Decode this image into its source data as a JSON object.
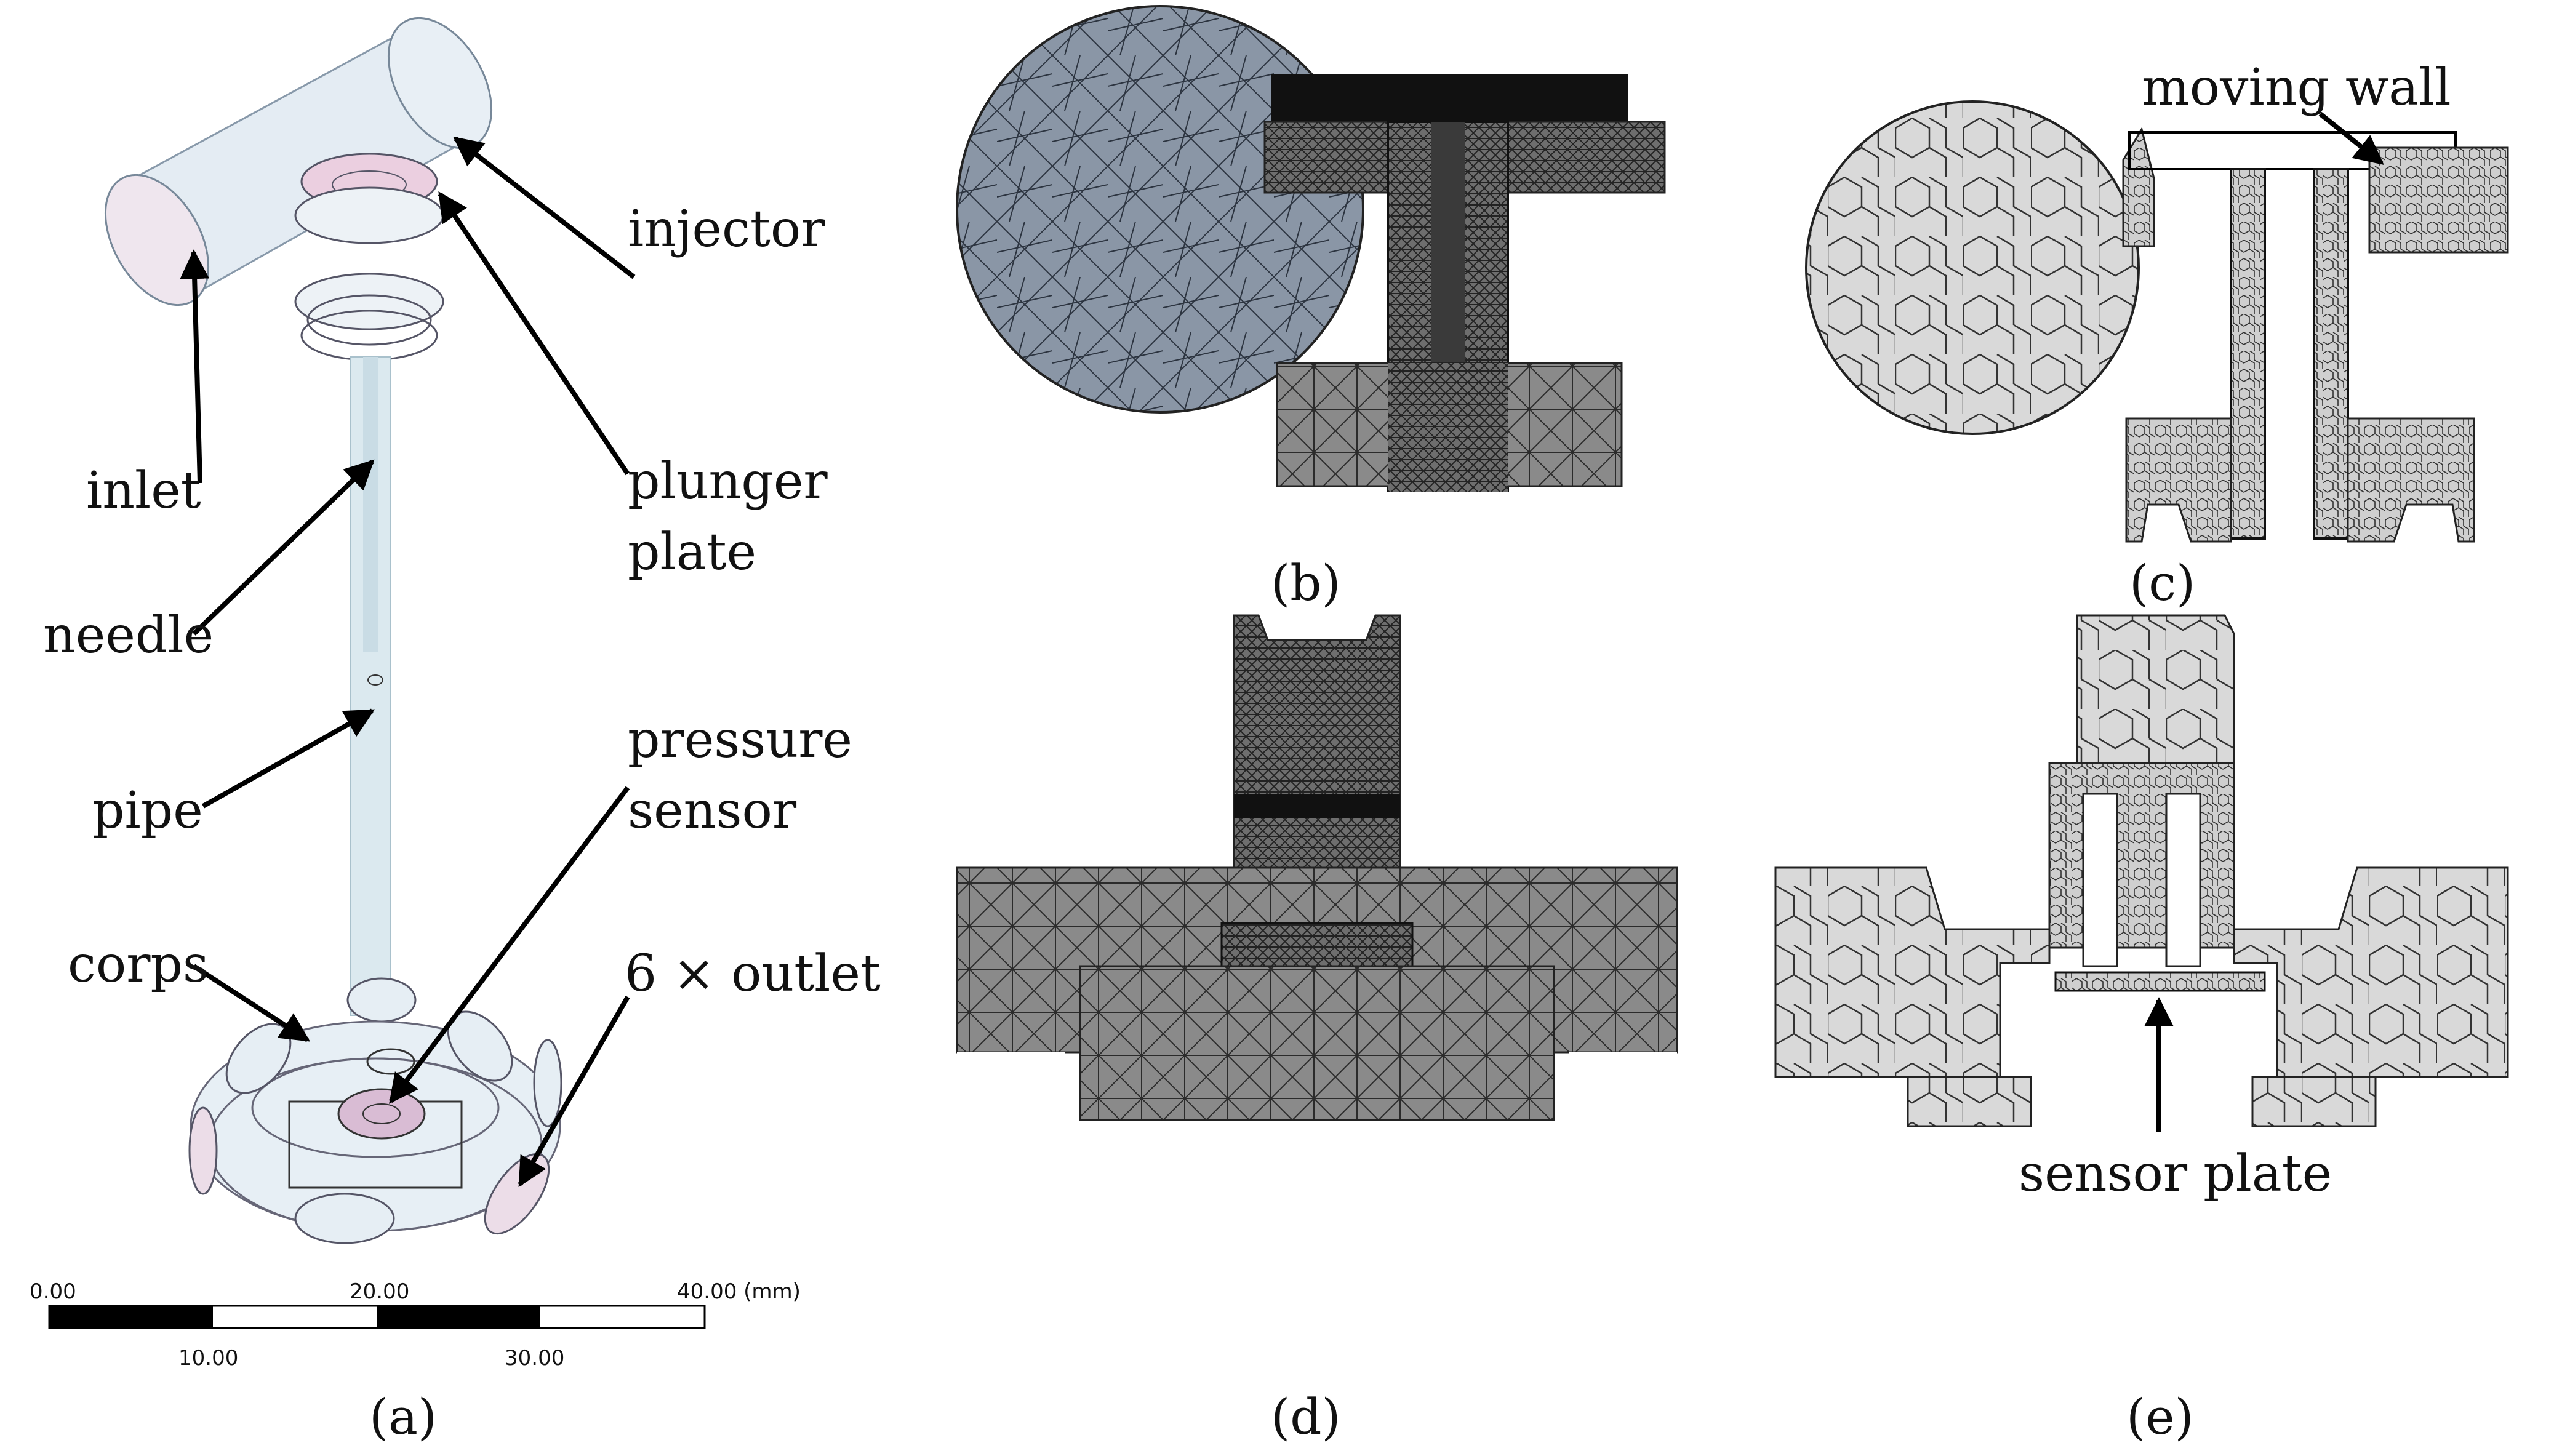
{
  "panel_a": {
    "caption": "(a)",
    "labels": {
      "injector": "injector",
      "inlet": "inlet",
      "plunger": "plunger",
      "plate": "plate",
      "needle": "needle",
      "pipe": "pipe",
      "pressure": "pressure",
      "sensor": "sensor",
      "corps": "corps",
      "outlet": "6 × outlet"
    },
    "scale_bar": {
      "top_ticks": [
        "0.00",
        "20.00",
        "40.00 (mm)"
      ],
      "bottom_ticks": [
        "10.00",
        "30.00"
      ]
    }
  },
  "panel_b": {
    "caption": "(b)"
  },
  "panel_c": {
    "caption": "(c)",
    "labels": {
      "moving_wall": "moving wall"
    }
  },
  "panel_d": {
    "caption": "(d)"
  },
  "panel_e": {
    "caption": "(e)",
    "labels": {
      "sensor_plate": "sensor plate"
    }
  },
  "colors": {
    "tetra_mesh_fill": "#8a96a6",
    "poly_mesh_fill": "#d9d9d9",
    "transparent_geometry": "#dfeaf2",
    "highlight_pink": "#e9c4d8"
  }
}
